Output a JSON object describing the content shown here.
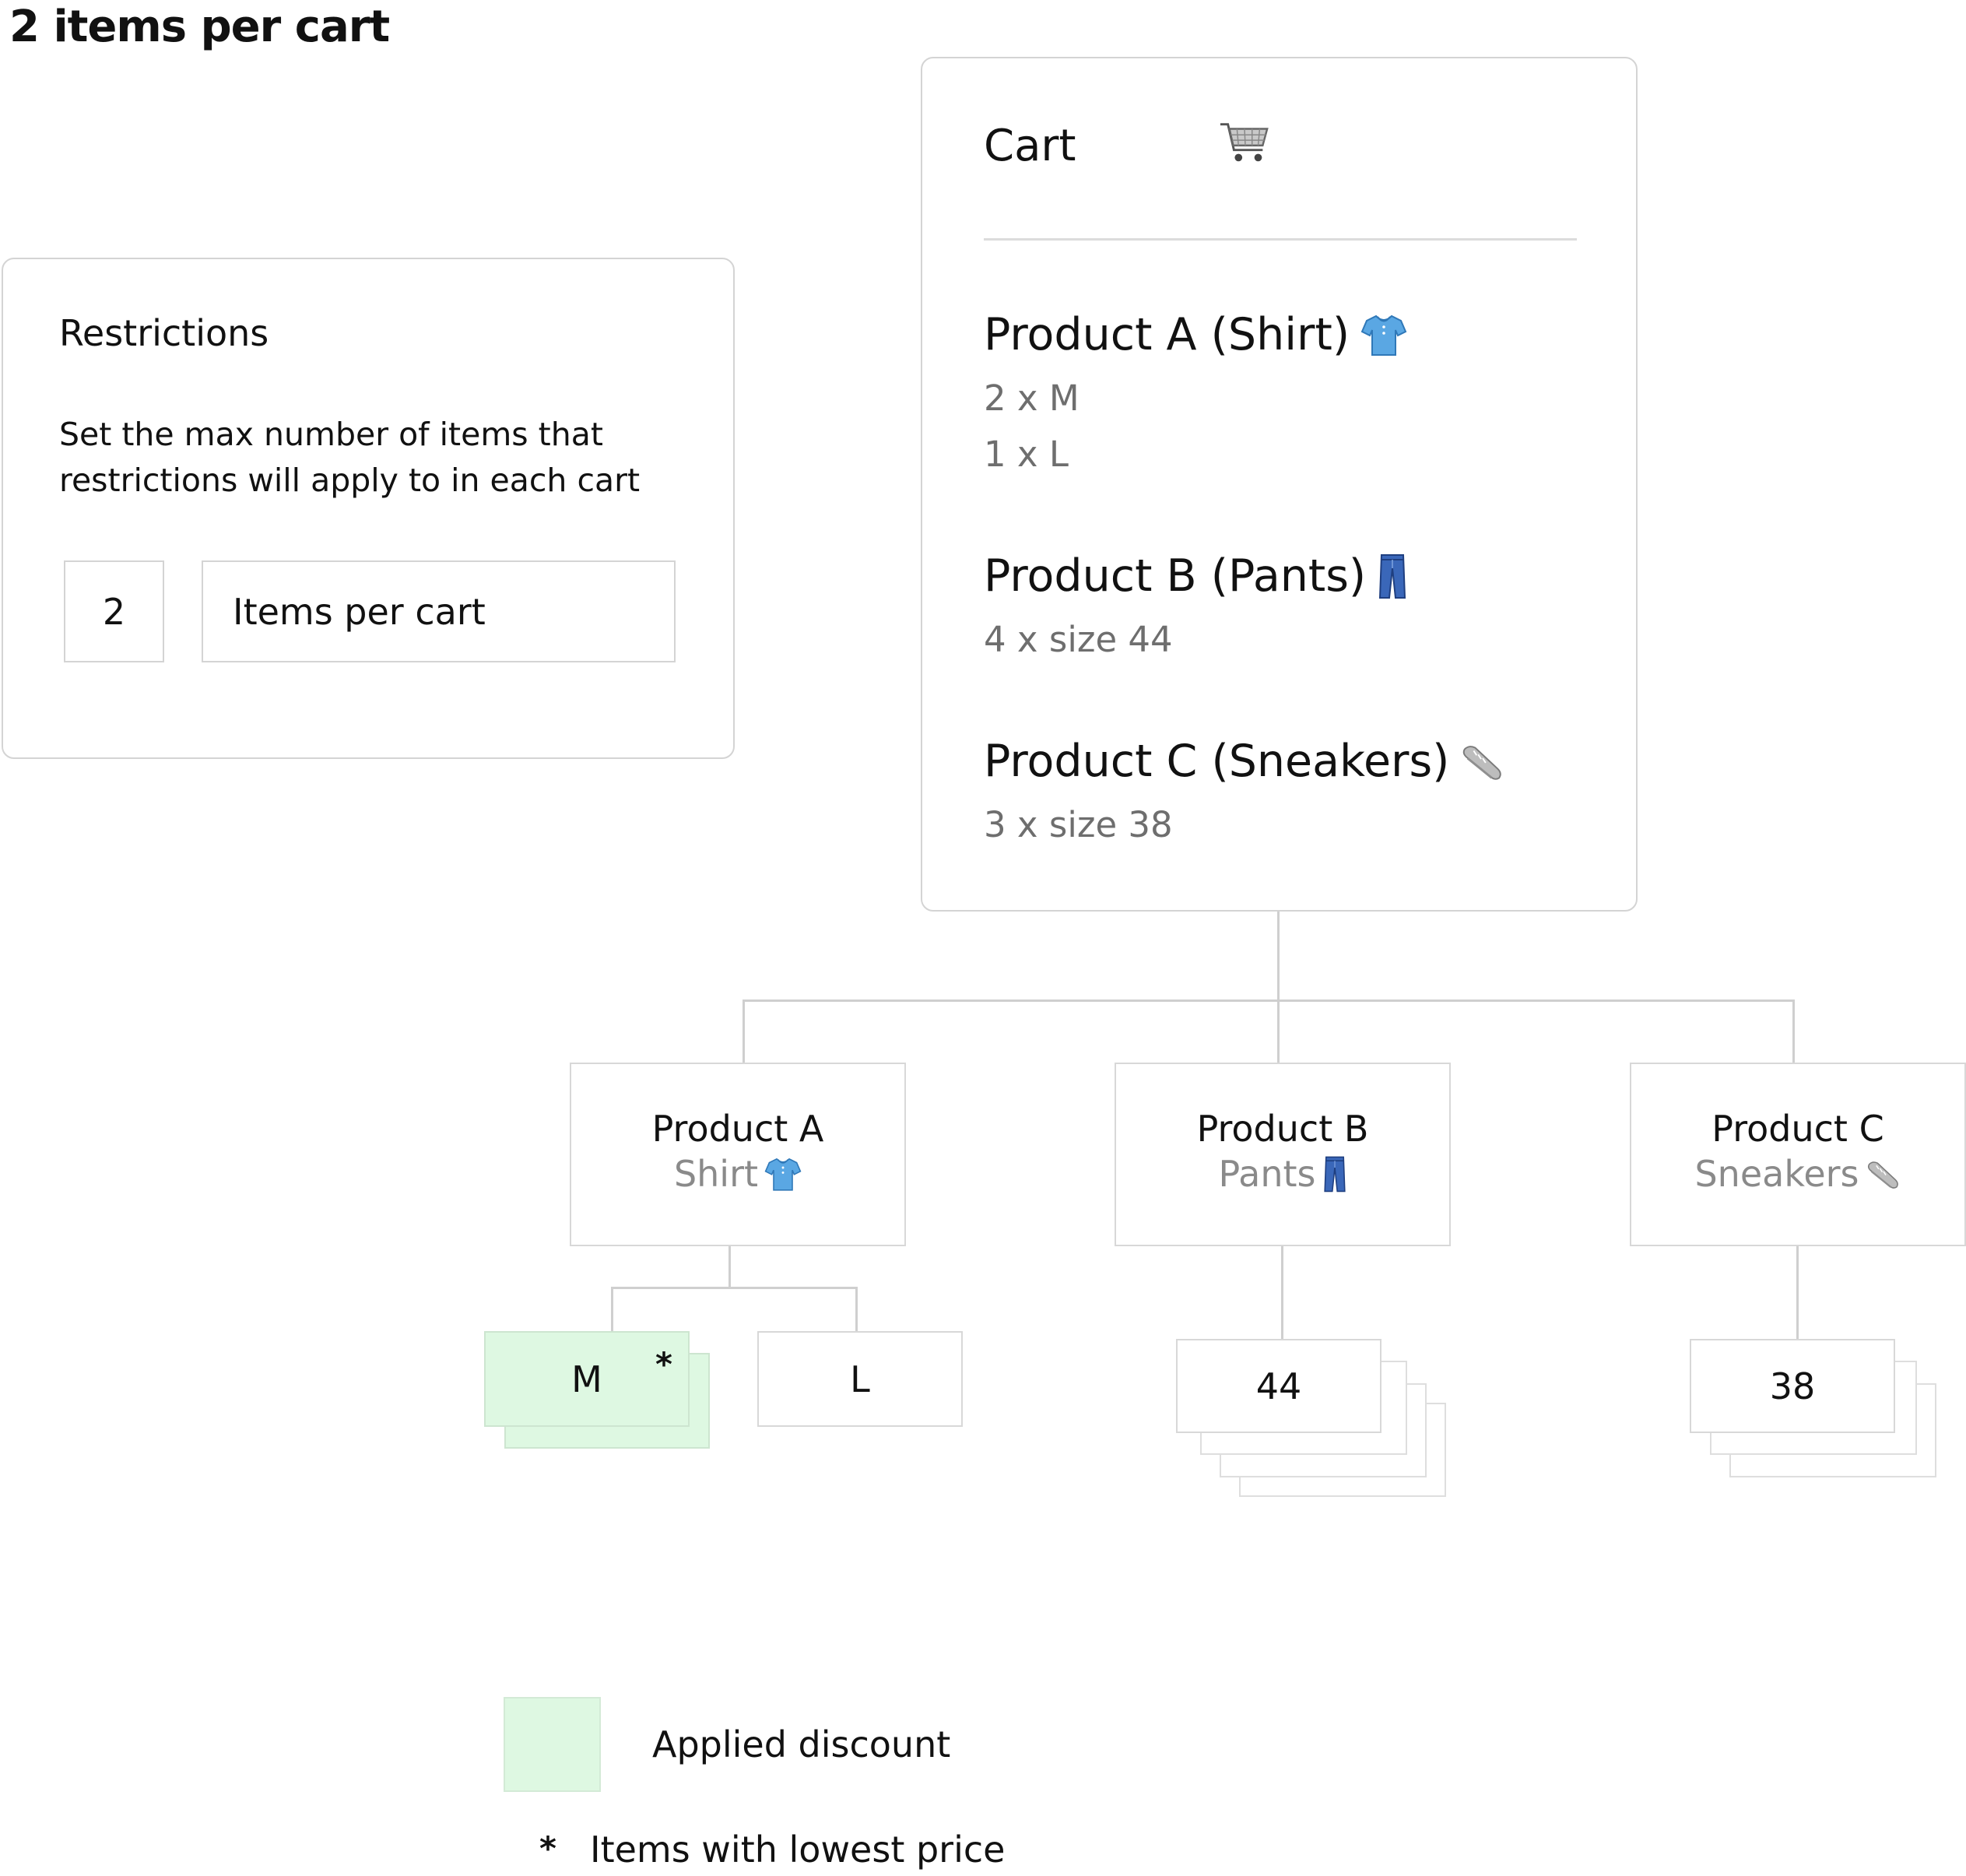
{
  "heading": "2 items per cart",
  "restrictions": {
    "title": "Restrictions",
    "description_line1": "Set the max number of items  that",
    "description_line2": "restrictions will apply to in each cart",
    "max_items_value": "2",
    "max_items_label": "Items per cart"
  },
  "cart": {
    "title": "Cart",
    "icon": "shopping-cart-icon",
    "products": [
      {
        "name": "Product A (Shirt)",
        "icon": "shirt-icon",
        "lines": [
          "2 x M",
          "1 x L"
        ]
      },
      {
        "name": "Product B (Pants)",
        "icon": "pants-icon",
        "lines": [
          "4 x size 44"
        ]
      },
      {
        "name": "Product C (Sneakers)",
        "icon": "sneaker-icon",
        "lines": [
          "3 x size 38"
        ]
      }
    ]
  },
  "tree": {
    "nodes": [
      {
        "name": "Product A",
        "sub": "Shirt",
        "icon": "shirt-icon"
      },
      {
        "name": "Product B",
        "sub": "Pants",
        "icon": "pants-icon"
      },
      {
        "name": "Product C",
        "sub": "Sneakers",
        "icon": "sneaker-icon"
      }
    ],
    "leaves": {
      "product_a_m": {
        "label": "M",
        "marker": "*",
        "quantity": 2,
        "discounted": true
      },
      "product_a_l": {
        "label": "L",
        "quantity": 1,
        "discounted": false
      },
      "product_b_44": {
        "label": "44",
        "quantity": 4
      },
      "product_c_38": {
        "label": "38",
        "quantity": 3
      }
    }
  },
  "legend": {
    "discount_label": "Applied discount",
    "discount_color": "#def8e2",
    "lowest_marker": "*",
    "lowest_label": "Items with lowest price"
  }
}
